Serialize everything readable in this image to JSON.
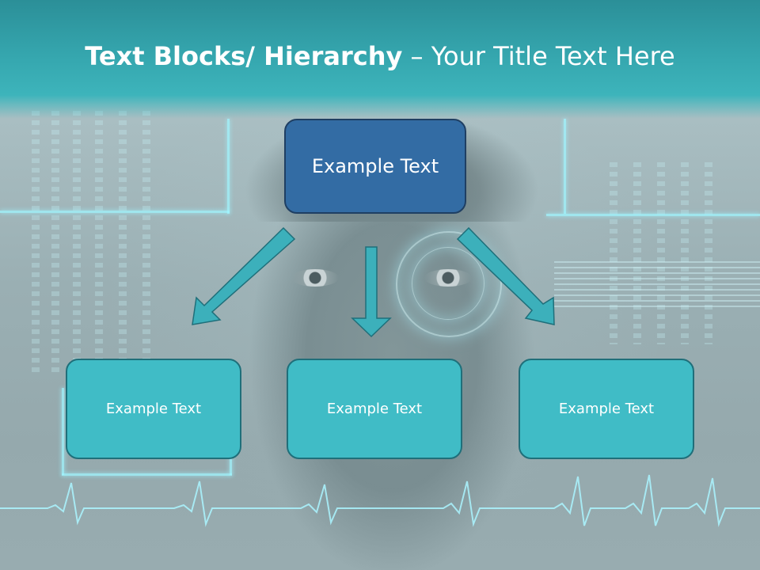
{
  "slide": {
    "title_bold": "Text Blocks/ Hierarchy",
    "title_rest": " – Your Title Text Here",
    "top_box": "Example Text",
    "child_boxes": [
      "Example Text",
      "Example Text",
      "Example Text"
    ]
  },
  "colors": {
    "title_band": "#35a6ae",
    "top_box_fill": "#336ca4",
    "child_box_fill": "#40bcc6",
    "arrow_fill": "#3cb0bb",
    "arrow_stroke": "#1f6f7a"
  }
}
